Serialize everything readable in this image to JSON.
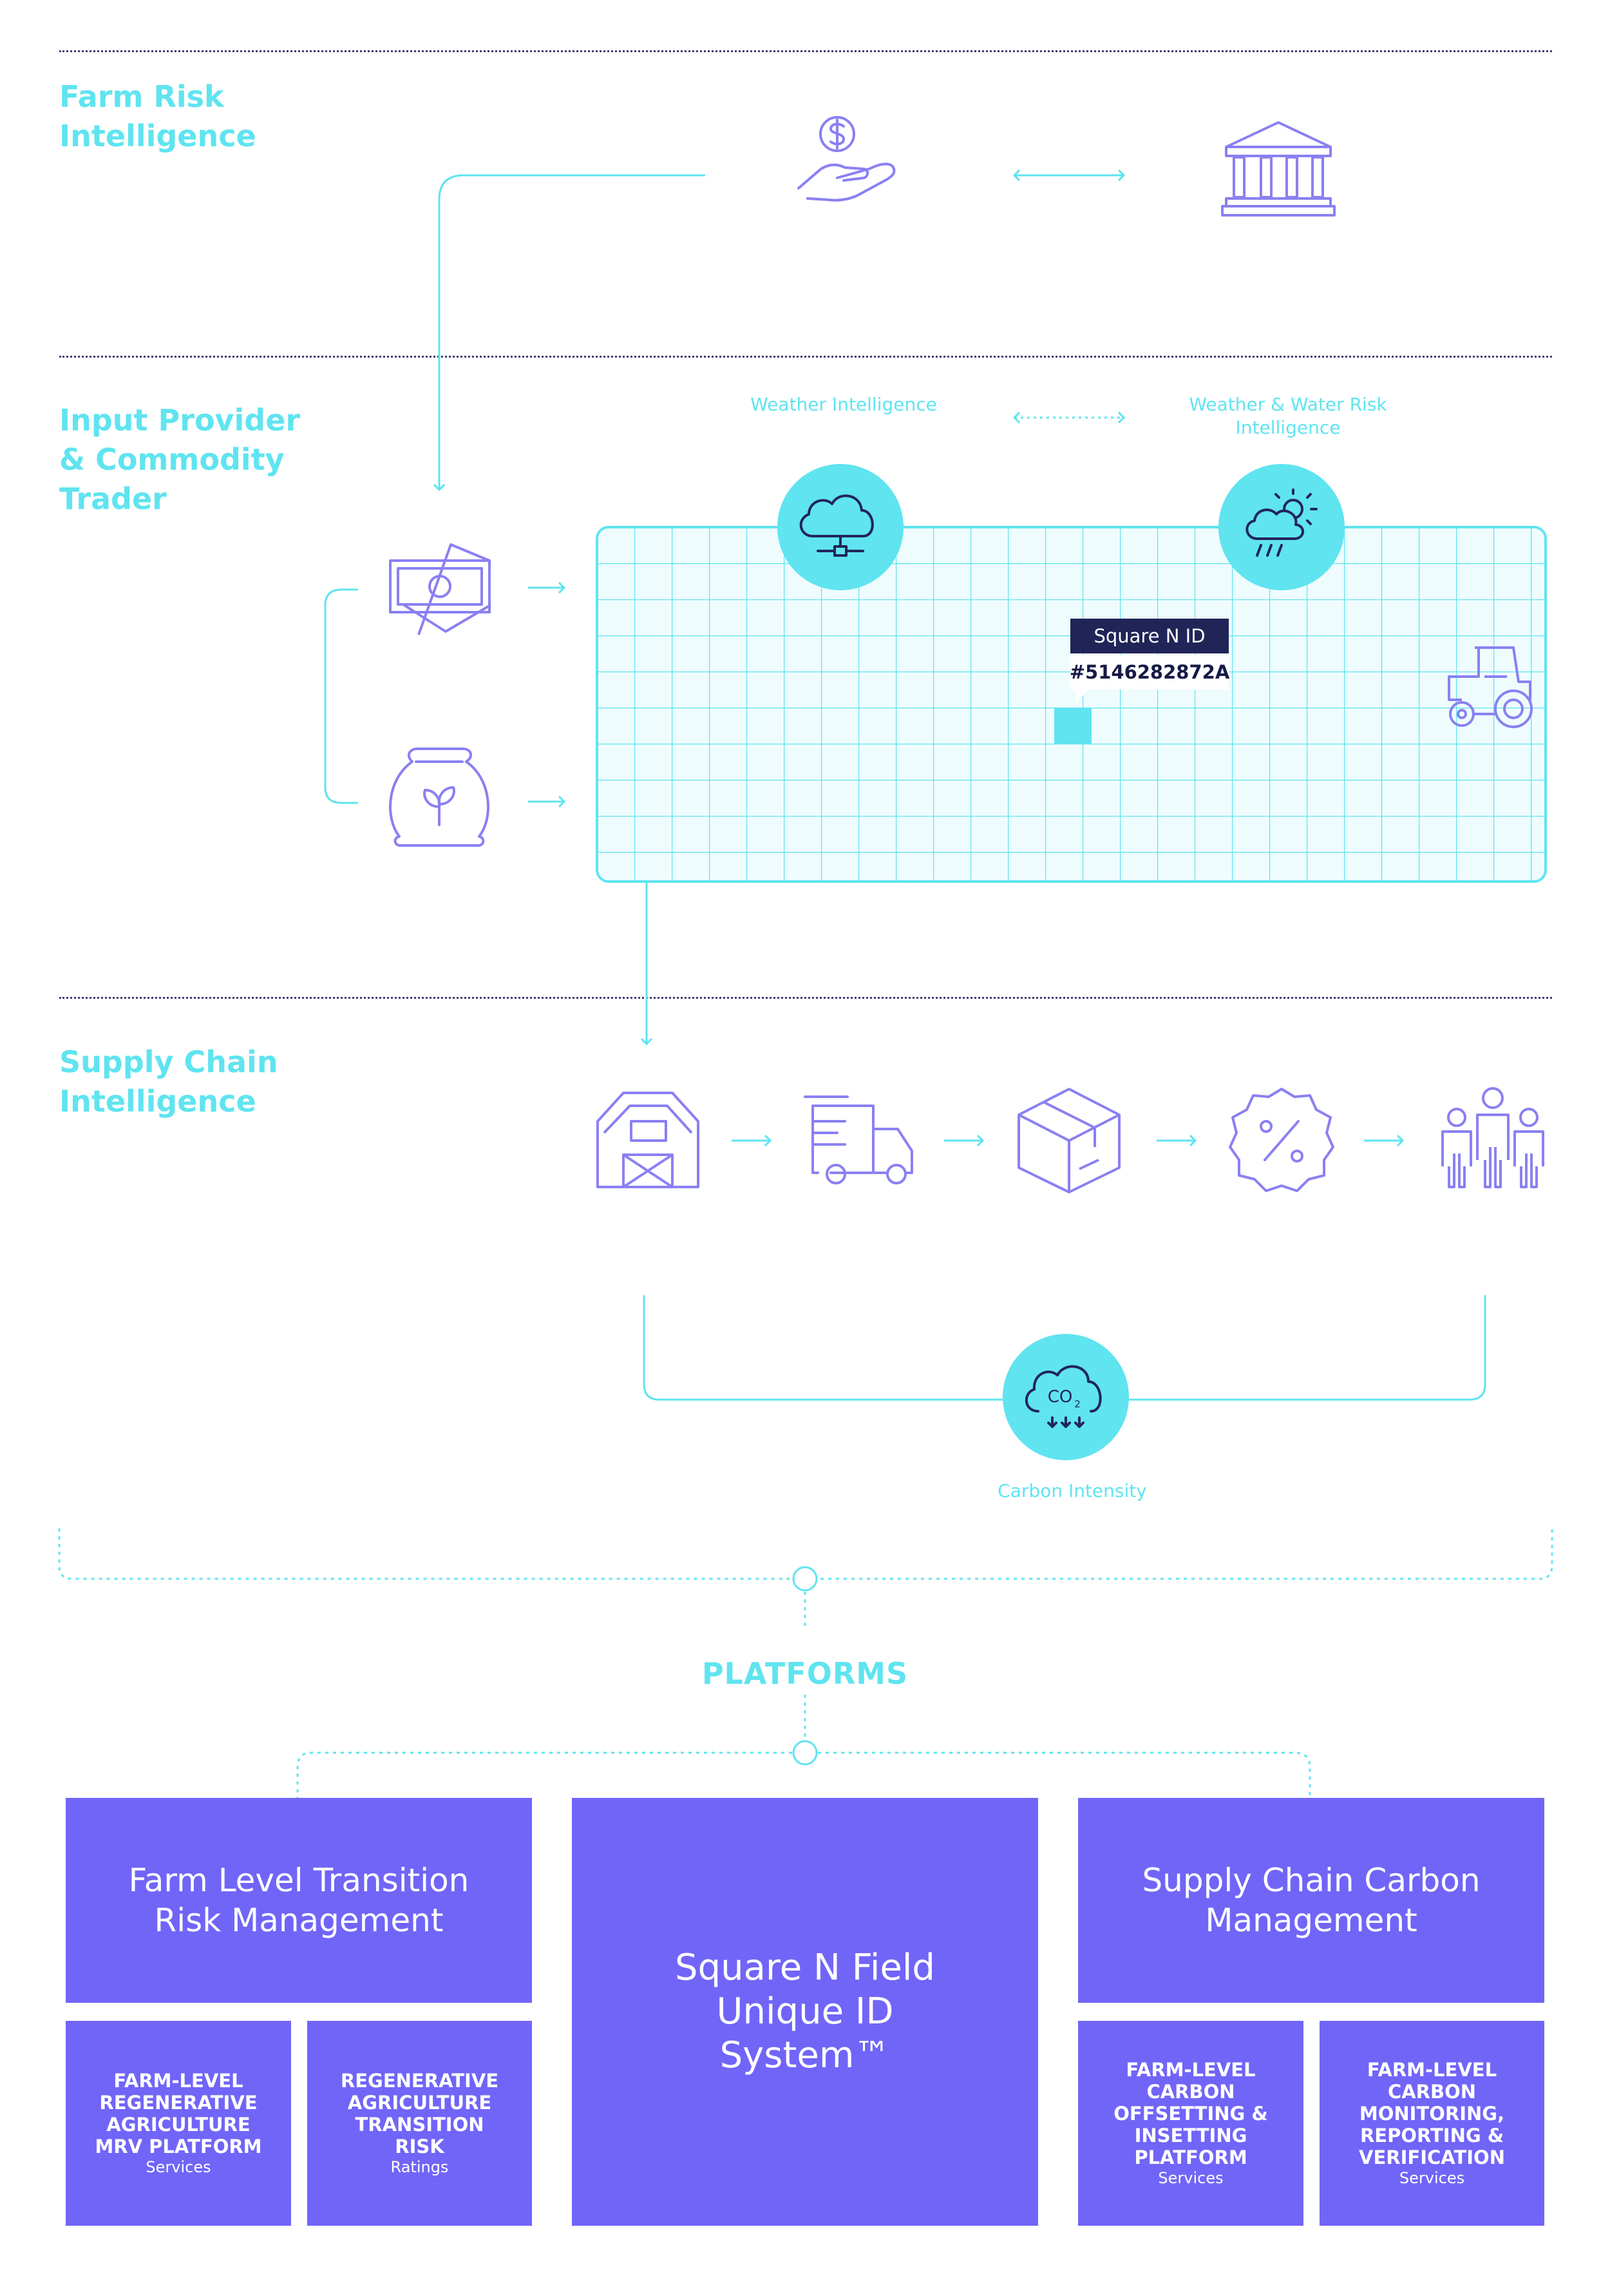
{
  "sections": {
    "farm_risk": "Farm Risk Intelligence",
    "input_provider": "Input Provider & Commodity Trader",
    "supply_chain": "Supply Chain Intelligence"
  },
  "labels": {
    "weather": "Weather Intelligence",
    "weather_water": "Weather & Water Risk Intelligence",
    "carbon": "Carbon Intensity"
  },
  "square_tag": {
    "title": "Square N ID",
    "id": "#5146282872A"
  },
  "icons": {
    "co2_text": "CO",
    "co2_sub": "2"
  },
  "colors": {
    "cyan": "#5fe4f0",
    "purple": "#7165f8",
    "icon_stroke": "#8a80f2",
    "navy": "#212457"
  },
  "platforms": {
    "title": "PLATFORMS",
    "left_header": "Farm Level Transition Risk Management",
    "center": "Square N Field Unique ID System™",
    "right_header": "Supply Chain Carbon Management",
    "sub_boxes": [
      {
        "title": "FARM-LEVEL REGENERATIVE AGRICULTURE MRV PLATFORM",
        "sub": "Services"
      },
      {
        "title": "REGENERATIVE AGRICULTURE TRANSITION RISK",
        "sub": "Ratings"
      },
      {
        "title": "FARM-LEVEL CARBON OFFSETTING & INSETTING PLATFORM",
        "sub": "Services"
      },
      {
        "title": "FARM-LEVEL CARBON MONITORING, REPORTING & VERIFICATION",
        "sub": "Services"
      }
    ]
  }
}
